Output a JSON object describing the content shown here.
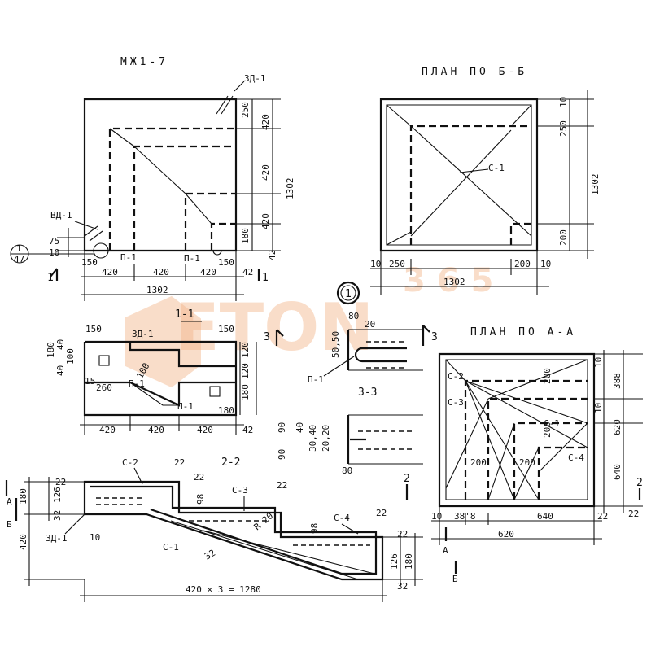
{
  "titles": {
    "element": "МЖ1-7",
    "plan_bb": "ПЛАН ПО Б-Б",
    "plan_aa": "ПЛАН ПО А-А",
    "section_11": "1-1",
    "section_22": "2-2",
    "section_33": "3-3",
    "circle_mark": "1"
  },
  "callouts": {
    "zd1": "ЗД-1",
    "vd1": "ВД-1",
    "p1": "П-1",
    "s1": "С-1",
    "s2": "С-2",
    "s3": "С-3",
    "s4": "С-4",
    "r20": "R 20",
    "node_top": "1",
    "node_bot": "47"
  },
  "section_marks": {
    "one": "1",
    "two": "2",
    "three": "3",
    "a": "А",
    "b": "Б"
  },
  "dims": {
    "d250": "250",
    "d420": "420",
    "d180": "180",
    "d1302": "1302",
    "d75": "75",
    "d10": "10",
    "d150": "150",
    "d42": "42",
    "d200": "200",
    "d80": "80",
    "d20": "20",
    "d40": "40",
    "d100": "100",
    "d120": "120",
    "d15": "15",
    "d260": "260",
    "d90": "90",
    "d22": "22",
    "d126": "126",
    "d32": "32",
    "d98": "98",
    "d388": "388",
    "d620": "620",
    "d640": "640",
    "d50_50": "50,50",
    "d30_40": "30,40",
    "d20_20": "20,20",
    "d3818": "38'8",
    "total": "420 × 3 = 1280"
  },
  "watermark": {
    "brand": "ETON",
    "number": "365"
  }
}
